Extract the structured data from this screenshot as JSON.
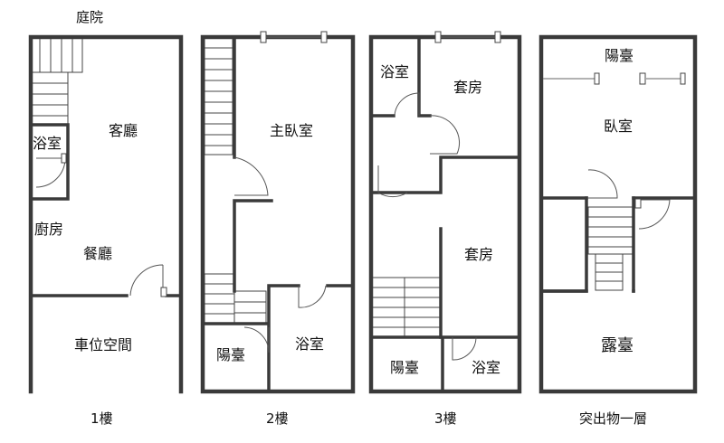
{
  "top_label": "庭院",
  "floors": [
    {
      "caption": "1樓",
      "rooms": {
        "living": "客廳",
        "bath": "浴室",
        "kitchen": "廚房",
        "dining": "餐廳",
        "parking": "車位空間"
      }
    },
    {
      "caption": "2樓",
      "rooms": {
        "master": "主臥室",
        "balcony": "陽臺",
        "bath": "浴室"
      }
    },
    {
      "caption": "3樓",
      "rooms": {
        "bath_top": "浴室",
        "suite_top": "套房",
        "suite": "套房",
        "balcony": "陽臺",
        "bath": "浴室"
      }
    },
    {
      "caption": "突出物一層",
      "rooms": {
        "balcony": "陽臺",
        "bedroom": "臥室",
        "terrace": "露臺"
      }
    }
  ]
}
